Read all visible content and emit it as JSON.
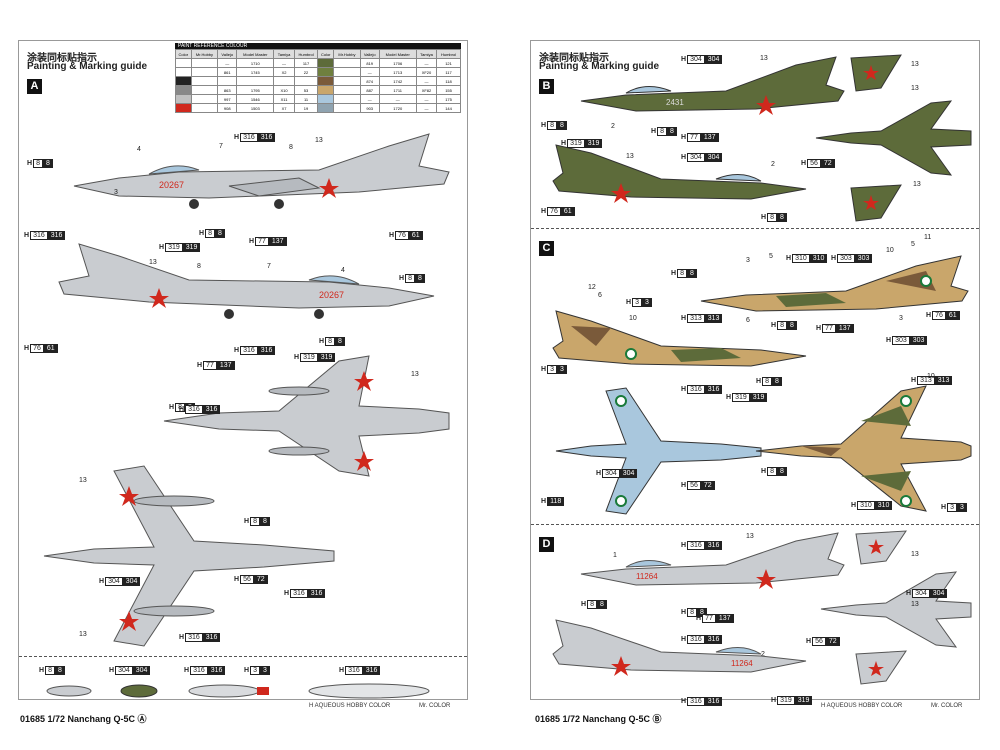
{
  "left": {
    "title_cn": "涂装同标贴指示",
    "title_en": "Painting & Marking guide",
    "section": "A",
    "table_title": "PAINT REFERENCE COLOUR",
    "table_headers": [
      "Color",
      "Mr.Hobby",
      "Vallejo",
      "Model Master",
      "Tamiya",
      "Humbrol",
      "Color",
      "Mr.Hobby",
      "Vallejo",
      "Model Master",
      "Tamiya",
      "Humbrol"
    ],
    "table_rows": [
      [
        "",
        "",
        "—",
        "1710",
        "—",
        "117",
        "",
        "",
        "819",
        "1706",
        "—",
        "121"
      ],
      [
        "",
        "",
        "861",
        "1745",
        "X2",
        "22",
        "",
        "",
        "—",
        "1713",
        "XF20",
        "117"
      ],
      [
        "",
        "",
        "",
        "",
        "",
        "",
        "",
        "",
        "874",
        "1742",
        "—",
        "118"
      ],
      [
        "",
        "",
        "863",
        "1795",
        "X10",
        "53",
        "",
        "",
        "887",
        "1711",
        "XF82",
        "155"
      ],
      [
        "",
        "",
        "997",
        "1546",
        "X11",
        "11",
        "",
        "",
        "—",
        "—",
        "—",
        "175"
      ],
      [
        "",
        "",
        "908",
        "1503",
        "X7",
        "19",
        "",
        "",
        "903",
        "1720",
        "—",
        "144"
      ]
    ],
    "codes": [
      {
        "h": "H",
        "w": "8",
        "k": "8"
      },
      {
        "h": "H",
        "w": "316",
        "k": "316"
      },
      {
        "h": "H",
        "w": "8",
        "k": "8"
      },
      {
        "h": "H",
        "w": "319",
        "k": "319"
      },
      {
        "h": "H",
        "w": "77",
        "k": "137"
      },
      {
        "h": "H",
        "w": "76",
        "k": "61"
      },
      {
        "h": "H",
        "w": "316",
        "k": "316"
      },
      {
        "h": "H",
        "w": "8",
        "k": "8"
      },
      {
        "h": "H",
        "w": "76",
        "k": "61"
      },
      {
        "h": "H",
        "w": "8",
        "k": "8"
      },
      {
        "h": "H",
        "w": "316",
        "k": "316"
      },
      {
        "h": "H",
        "w": "319",
        "k": "319"
      },
      {
        "h": "H",
        "w": "77",
        "k": "137"
      },
      {
        "h": "H",
        "w": "8",
        "k": "8"
      },
      {
        "h": "H",
        "w": "316",
        "k": "316"
      },
      {
        "h": "H",
        "w": "8",
        "k": "8"
      },
      {
        "h": "H",
        "w": "304",
        "k": "304"
      },
      {
        "h": "H",
        "w": "56",
        "k": "72"
      },
      {
        "h": "H",
        "w": "316",
        "k": "316"
      },
      {
        "h": "H",
        "w": "316",
        "k": "316"
      }
    ],
    "stores": [
      {
        "h": "H",
        "w": "8",
        "k": "8"
      },
      {
        "h": "H",
        "w": "304",
        "k": "304"
      },
      {
        "h": "H",
        "w": "316",
        "k": "316"
      },
      {
        "h": "H",
        "w": "3",
        "k": "3"
      },
      {
        "h": "H",
        "w": "316",
        "k": "316"
      }
    ],
    "nums": [
      "4",
      "7",
      "8",
      "13",
      "3",
      "13",
      "8",
      "7",
      "4",
      "13",
      "13",
      "13"
    ],
    "serial_1": "20267",
    "serial_2": "20267",
    "brand_left": "H AQUEOUS HOBBY COLOR",
    "brand_right": "Mr. COLOR",
    "footer": "01685 1/72 Nanchang Q-5C Ⓐ"
  },
  "right": {
    "title_cn": "涂装同标贴指示",
    "title_en": "Painting & Marking guide",
    "sections": [
      "B",
      "C",
      "D"
    ],
    "codes_b": [
      {
        "h": "H",
        "w": "304",
        "k": "304"
      },
      {
        "h": "H",
        "w": "8",
        "k": "8"
      },
      {
        "h": "H",
        "w": "8",
        "k": "8"
      },
      {
        "h": "H",
        "w": "77",
        "k": "137"
      },
      {
        "h": "H",
        "w": "319",
        "k": "319"
      },
      {
        "h": "H",
        "w": "304",
        "k": "304"
      },
      {
        "h": "H",
        "w": "56",
        "k": "72"
      },
      {
        "h": "H",
        "w": "76",
        "k": "61"
      },
      {
        "h": "H",
        "w": "8",
        "k": "8"
      }
    ],
    "codes_c": [
      {
        "h": "H",
        "w": "8",
        "k": "8"
      },
      {
        "h": "H",
        "w": "310",
        "k": "310"
      },
      {
        "h": "H",
        "w": "303",
        "k": "303"
      },
      {
        "h": "H",
        "w": "3",
        "k": "3"
      },
      {
        "h": "H",
        "w": "313",
        "k": "313"
      },
      {
        "h": "H",
        "w": "8",
        "k": "8"
      },
      {
        "h": "H",
        "w": "77",
        "k": "137"
      },
      {
        "h": "H",
        "w": "76",
        "k": "61"
      },
      {
        "h": "H",
        "w": "303",
        "k": "303"
      },
      {
        "h": "H",
        "w": "3",
        "k": "3"
      },
      {
        "h": "H",
        "w": "316",
        "k": "316"
      },
      {
        "h": "H",
        "w": "8",
        "k": "8"
      },
      {
        "h": "H",
        "w": "313",
        "k": "313"
      },
      {
        "h": "H",
        "w": "319",
        "k": "319"
      },
      {
        "h": "H",
        "w": "304",
        "k": "304"
      },
      {
        "h": "H",
        "w": "8",
        "k": "8"
      },
      {
        "h": "H",
        "w": "56",
        "k": "72"
      },
      {
        "h": "H",
        "w": "",
        "k": "118"
      },
      {
        "h": "H",
        "w": "310",
        "k": "310"
      },
      {
        "h": "H",
        "w": "3",
        "k": "3"
      }
    ],
    "codes_d": [
      {
        "h": "H",
        "w": "316",
        "k": "316"
      },
      {
        "h": "H",
        "w": "8",
        "k": "8"
      },
      {
        "h": "H",
        "w": "8",
        "k": "8"
      },
      {
        "h": "H",
        "w": "77",
        "k": "137"
      },
      {
        "h": "H",
        "w": "304",
        "k": "304"
      },
      {
        "h": "H",
        "w": "56",
        "k": "72"
      },
      {
        "h": "H",
        "w": "316",
        "k": "316"
      },
      {
        "h": "H",
        "w": "319",
        "k": "319"
      },
      {
        "h": "H",
        "w": "316",
        "k": "316"
      }
    ],
    "nums_b": [
      "13",
      "13",
      "13",
      "2",
      "13",
      "2",
      "13"
    ],
    "nums_c": [
      "3",
      "5",
      "10",
      "5",
      "11",
      "12",
      "6",
      "10",
      "6",
      "10",
      "3"
    ],
    "nums_d": [
      "1",
      "13",
      "13",
      "13",
      "2"
    ],
    "serial_b": "2431",
    "serial_d1": "11264",
    "serial_d2": "11264",
    "brand_left": "H AQUEOUS HOBBY COLOR",
    "brand_right": "Mr. COLOR",
    "footer": "01685 1/72 Nanchang Q-5C Ⓑ"
  },
  "colors": {
    "silver": "#c9ccd0",
    "green": "#5d6b3a",
    "sand": "#c9a66b",
    "brown": "#7a5a3a",
    "sky": "#a9c7dd",
    "red": "#d0281d",
    "ink": "#222222"
  },
  "table_swatches": [
    "#ffffff",
    "#ffffff",
    "#222222",
    "#888888",
    "#c0c0c0",
    "#d0281d"
  ],
  "table_swatches_right": [
    "#5d6b3a",
    "#6f7f3f",
    "#7a5a3a",
    "#c9a66b",
    "#a9c7dd",
    "#8fa3b0"
  ]
}
